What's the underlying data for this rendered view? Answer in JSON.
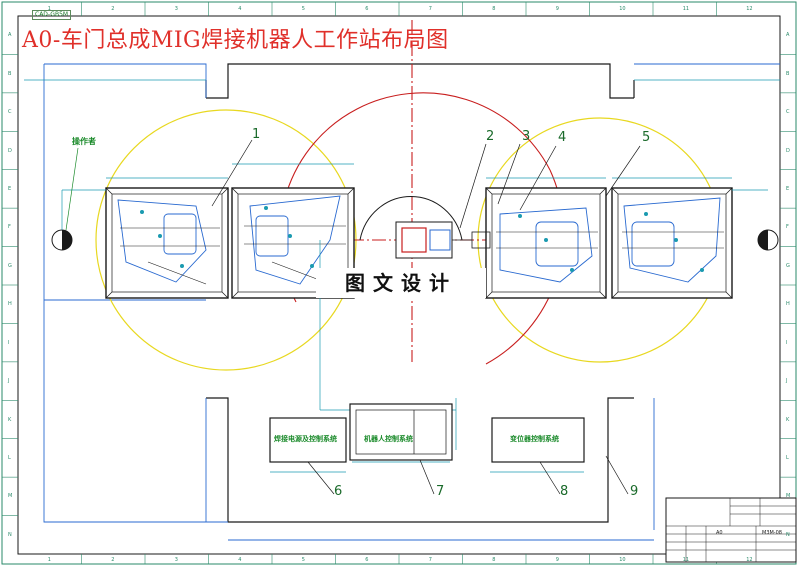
{
  "drawing": {
    "title": "A0-车门总成MIG焊接机器人工作站布局图",
    "corner_tag": "CAD-GB5M",
    "watermark": "图文设计",
    "operator_label": "操作者",
    "control_boxes": [
      "焊接电源及控制系统",
      "机器人控制系统",
      "变位器控制系统"
    ],
    "part_numbers": [
      "1",
      "2",
      "3",
      "4",
      "5",
      "6",
      "7",
      "8",
      "9"
    ],
    "border_columns": [
      "1",
      "2",
      "3",
      "4",
      "5",
      "6",
      "7",
      "8",
      "9",
      "10",
      "11",
      "12"
    ],
    "border_rows": [
      "A",
      "B",
      "C",
      "D",
      "E",
      "F",
      "G",
      "H",
      "I",
      "J",
      "K",
      "L",
      "M",
      "N"
    ],
    "title_block": {
      "size": "A0",
      "code": "M3M-08"
    }
  },
  "colors": {
    "title": "#e0302a",
    "outline": "#1a1a1a",
    "layout_lines": "#2a6ad0",
    "dimension": "#1a9ab0",
    "robot_reach": "#c81e1e",
    "positioner_reach": "#e8d820",
    "labels": "#1a8a2a"
  }
}
